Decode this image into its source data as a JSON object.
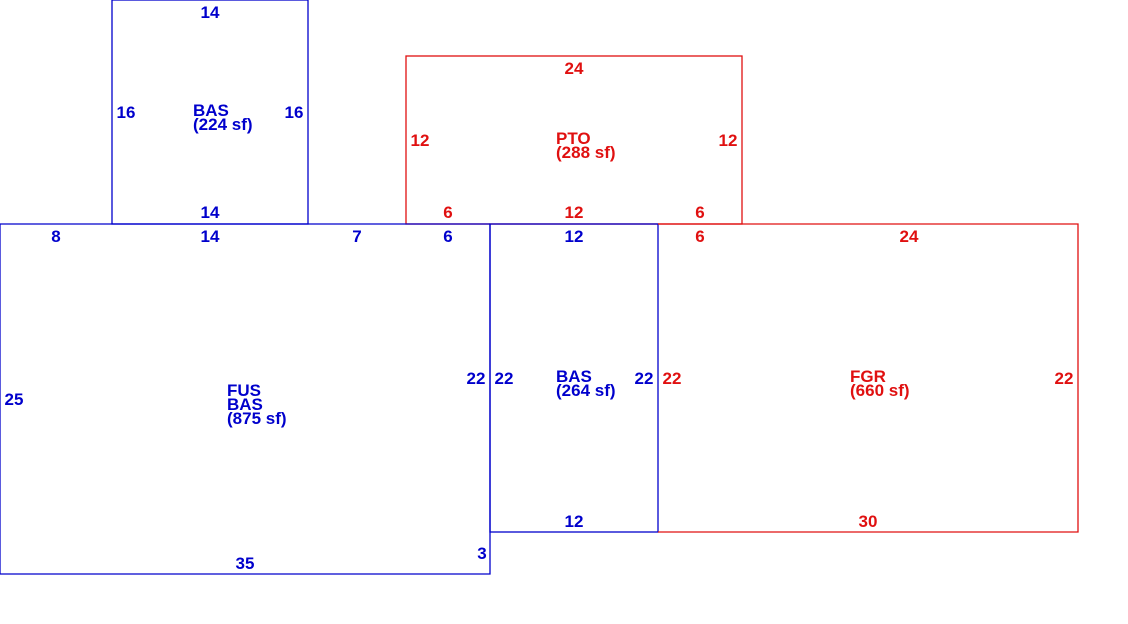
{
  "colors": {
    "living": "#0000cc",
    "other": "#e01010",
    "background": "#ffffff"
  },
  "areas": {
    "bas_upper": {
      "code": "BAS",
      "area": "(224 sf)"
    },
    "pto": {
      "code": "PTO",
      "area": "(288 sf)"
    },
    "fus_bas": {
      "code_upper": "FUS",
      "code_lower": "BAS",
      "area": "(875 sf)"
    },
    "bas_mid": {
      "code": "BAS",
      "area": "(264 sf)"
    },
    "fgr": {
      "code": "FGR",
      "area": "(660 sf)"
    }
  },
  "dimensions": {
    "bas_upper_top": "14",
    "bas_upper_left": "16",
    "bas_upper_right": "16",
    "bas_upper_bottom": "14",
    "pto_top": "24",
    "pto_left": "12",
    "pto_right": "12",
    "pto_bottom_left": "6",
    "pto_bottom_mid": "12",
    "pto_bottom_right": "6",
    "main_top_a": "8",
    "main_top_b": "14",
    "main_top_c": "7",
    "main_top_d": "6",
    "main_left": "25",
    "main_right": "22",
    "main_right_step": "3",
    "main_bottom": "35",
    "mid_top": "12",
    "mid_left": "22",
    "mid_right": "22",
    "mid_bottom": "12",
    "fgr_top_a": "6",
    "fgr_top_b": "24",
    "fgr_left": "22",
    "fgr_right": "22",
    "fgr_bottom": "30"
  }
}
